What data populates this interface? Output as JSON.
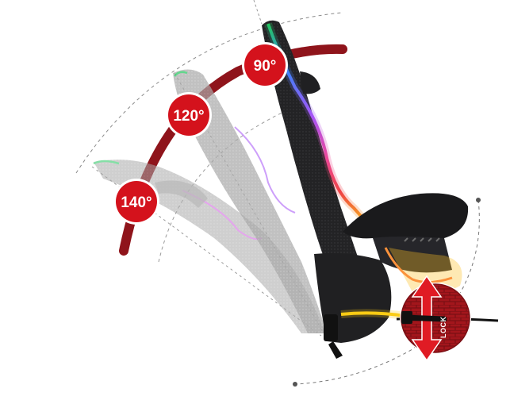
{
  "recline": {
    "angles": [
      {
        "label": "90°"
      },
      {
        "label": "120°"
      },
      {
        "label": "140°"
      }
    ]
  },
  "lock": {
    "label": "LOCK"
  },
  "colors": {
    "arc": "#8f141b",
    "badge": "#d4121c",
    "lock_circle": "#a3161c",
    "chair": "#1c1c1e",
    "ghost_chair": "#9a9a9a"
  },
  "icons": {
    "lock_control": "up-down-arrow-icon"
  }
}
